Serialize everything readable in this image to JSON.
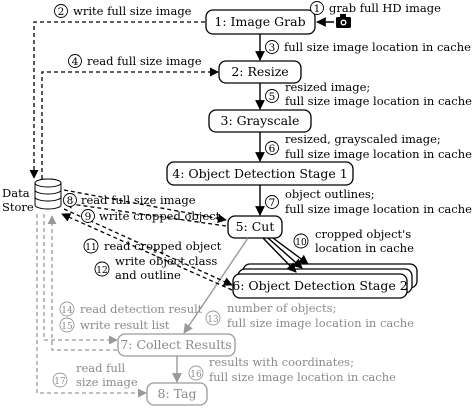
{
  "store": {
    "label_line1": "Data",
    "label_line2": "Store"
  },
  "boxes": {
    "grab": "1: Image Grab",
    "resize": "2: Resize",
    "gray": "3: Grayscale",
    "ods1": "4: Object Detection Stage 1",
    "cut": "5: Cut",
    "ods2": "6: Object Detection Stage 2",
    "collect": "7: Collect Results",
    "tag": "8: Tag"
  },
  "steps": {
    "s1": {
      "num": "1",
      "line1": "grab full HD image"
    },
    "s2": {
      "num": "2",
      "line1": "write full size image"
    },
    "s3": {
      "num": "3",
      "line1": "full size image location in cache"
    },
    "s4": {
      "num": "4",
      "line1": "read full size image"
    },
    "s5": {
      "num": "5",
      "line1": "resized image;",
      "line2": "full size image location in cache"
    },
    "s6": {
      "num": "6",
      "line1": "resized, grayscaled image;",
      "line2": "full size image location in cache"
    },
    "s7": {
      "num": "7",
      "line1": "object outlines;",
      "line2": "full size image location in cache"
    },
    "s8": {
      "num": "8",
      "line1": "read full size image"
    },
    "s9": {
      "num": "9",
      "line1": "write cropped object"
    },
    "s10": {
      "num": "10",
      "line1": "cropped object's",
      "line2": "location in cache"
    },
    "s11": {
      "num": "11",
      "line1": "read cropped object"
    },
    "s12": {
      "num": "12",
      "line1": "write object class",
      "line2": "and outline"
    },
    "s13": {
      "num": "13",
      "line1": "number of objects;",
      "line2": "full size image location in cache"
    },
    "s14": {
      "num": "14",
      "line1": "read detection result"
    },
    "s15": {
      "num": "15",
      "line1": "write result list"
    },
    "s16": {
      "num": "16",
      "line1": "results with coordinates;",
      "line2": "full size image location in cache"
    },
    "s17": {
      "num": "17",
      "line1": "read full",
      "line2": "size image"
    }
  },
  "icons": {
    "camera": "camera-icon",
    "database": "database-icon"
  },
  "colors": {
    "primary": "#000000",
    "secondary": "#8a8a8a"
  }
}
